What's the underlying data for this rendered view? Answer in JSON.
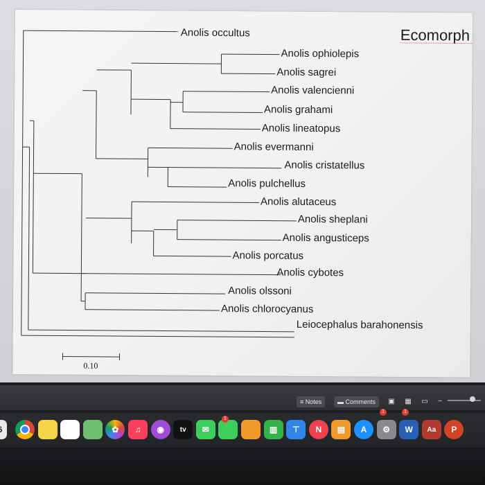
{
  "slide": {
    "title": "Ecomorph",
    "scale_label": "0.10",
    "taxa": [
      "Anolis occultus",
      "Anolis ophiolepis",
      "Anolis sagrei",
      "Anolis valencienni",
      "Anolis grahami",
      "Anolis lineatopus",
      "Anolis evermanni",
      "Anolis cristatellus",
      "Anolis pulchellus",
      "Anolis alutaceus",
      "Anolis sheplani",
      "Anolis angusticeps",
      "Anolis porcatus",
      "Anolis cybotes",
      "Anolis olssoni",
      "Anolis chlorocyanus",
      "Leiocephalus barahonensis"
    ]
  },
  "toolbar": {
    "notes_label": "Notes",
    "comments_label": "Comments"
  },
  "dock": {
    "apps": [
      {
        "icon": "chrome-icon",
        "color": "#ffffff"
      },
      {
        "icon": "notes-app-icon",
        "color": "#f5d547"
      },
      {
        "icon": "reminders-icon",
        "color": "#ffffff"
      },
      {
        "icon": "maps-icon",
        "color": "#6fbf73"
      },
      {
        "icon": "photos-icon",
        "color": "#f2a93b"
      },
      {
        "icon": "music-icon",
        "color": "#fa3e5d"
      },
      {
        "icon": "podcasts-icon",
        "color": "#a24bd8"
      },
      {
        "icon": "tv-icon",
        "color": "#111111"
      },
      {
        "icon": "messages-icon",
        "color": "#3ccf5c"
      },
      {
        "icon": "facetime-icon",
        "color": "#3ccf5c"
      },
      {
        "icon": "pages-icon",
        "color": "#f39a2d"
      },
      {
        "icon": "numbers-icon",
        "color": "#33b44a"
      },
      {
        "icon": "keynote-icon",
        "color": "#2f86e8"
      },
      {
        "icon": "news-icon",
        "color": "#f0414f"
      },
      {
        "icon": "books-icon",
        "color": "#f39a2d"
      },
      {
        "icon": "app-store-icon",
        "color": "#1e90ff"
      },
      {
        "icon": "system-preferences-icon",
        "color": "#8a8a8e"
      },
      {
        "icon": "word-icon",
        "color": "#2b5fb5"
      },
      {
        "icon": "dictionary-icon",
        "color": "#b23a33"
      },
      {
        "icon": "powerpoint-icon",
        "color": "#d14424"
      }
    ],
    "tv_label": "tv",
    "word_label": "W",
    "dictionary_label": "Aa",
    "powerpoint_label": "P",
    "partial_label": "6",
    "badges": [
      "1",
      "1",
      "1"
    ]
  }
}
